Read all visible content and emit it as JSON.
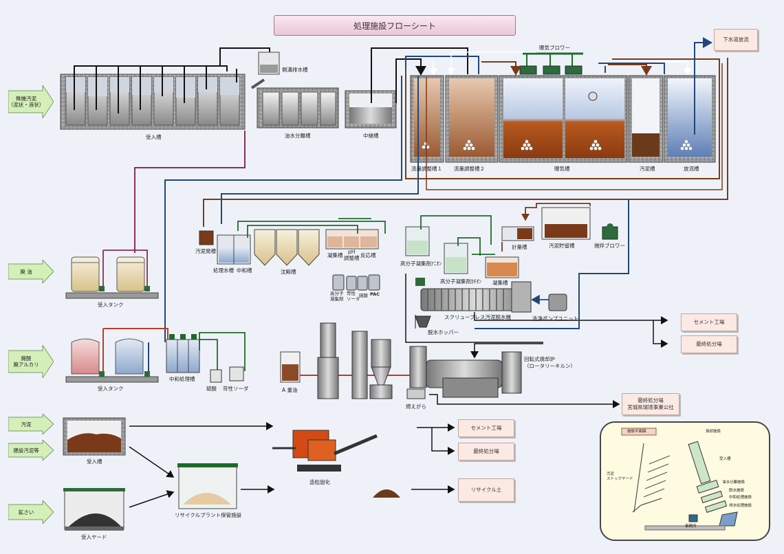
{
  "title": "処理施設フローシート",
  "inputs": {
    "mud": "無機汚泥\n（泥状・液状）",
    "waste_oil": "廃 油",
    "acid_alkali": "廃酸\n廃アルカリ",
    "sludge": "汚泥",
    "construction_sludge": "建設汚泥等",
    "slag": "鉱さい"
  },
  "labels": {
    "receiving_tank_main": "受入槽",
    "side_drain_tank": "側溝排水槽",
    "oil_water_separator": "油水分離槽",
    "intermediate_tank": "中継槽",
    "flow_adjust_1": "流量調整槽１",
    "flow_adjust_2": "流量調整槽２",
    "aeration_tank": "曝気槽",
    "sludge_tank": "汚泥槽",
    "discharge_tank": "放流槽",
    "aeration_blower": "曝気ブロワー",
    "sewer_discharge": "下水道放流",
    "sludge_pit": "汚泥発槽",
    "treated_water_tank": "処理水槽",
    "neutralization_tank_small": "中和槽",
    "sedimentation_tank": "沈殿槽",
    "coagulation_tank": "凝集槽",
    "ph_adjust_tank": "pH\n調整槽",
    "reaction_tank": "反応槽",
    "chem_polymer": "高分子\n凝集剤",
    "chem_caustic": "苛性\nソーダ",
    "chem_sulfuric": "硫酸",
    "chem_pac": "PAC",
    "polymer_anion": "高分子凝集剤ｱﾆｵﾝ",
    "polymer_cation": "高分子凝集剤ｶﾁｵﾝ",
    "metering_tank": "計量槽",
    "sludge_storage": "汚泥貯留槽",
    "stir_blower": "撹拌ブロワー",
    "coag_tank_2": "凝集槽",
    "screw_press": "スクリュープレス汚泥脱水機",
    "wash_pump": "洗浄ポンプユニット",
    "dewater_hopper": "脱水ホッパー",
    "receiving_tank_oil": "受入タンク",
    "receiving_tank_acid": "受入タンク",
    "neutralization_tank": "中和処理槽",
    "sulfuric": "硫酸",
    "caustic": "苛性ソーダ",
    "heavy_oil": "A 重油",
    "rotary_kiln": "回転式焼却炉\n（ロータリーキルン）",
    "cinders": "燃えがら",
    "receiving_tank_sludge": "受入槽",
    "recycle_plant": "リサイクルプラント保管施設",
    "receiving_yard": "受入ヤード",
    "granulation": "造粒固化"
  },
  "destinations": {
    "cement_1": "セメント工場",
    "final_1": "最終処分場",
    "final_2": "最終処分場\n宮城県環境事業公社",
    "cement_2": "セメント工場",
    "final_3": "最終処分場",
    "recycle_soil": "リサイクル土"
  },
  "site_map": {
    "title": "施設平面図",
    "labels": [
      "受入槽",
      "汚泥\nストックヤード",
      "焼却施設",
      "油水分離施設",
      "脱水施設",
      "中和処理施設",
      "排水処理施設",
      "事務所"
    ]
  },
  "colors": {
    "background": "#eef2f8",
    "pipe_black": "#1a1a1a",
    "pipe_blue": "#22467a",
    "pipe_brown": "#7a3a1a",
    "pipe_green": "#1f6a2a",
    "pipe_purple": "#8a2d55",
    "arrow_fill": "#d4efb8",
    "box_pink": "#fbe9e4"
  }
}
